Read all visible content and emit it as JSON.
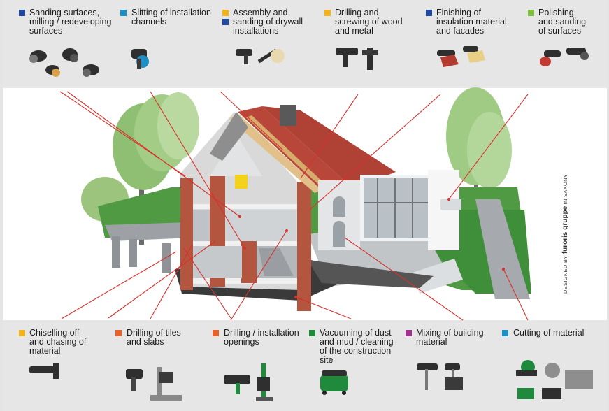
{
  "top_categories": [
    {
      "text": "Sanding surfaces,\nmilling / redeveloping\nsurfaces",
      "colors": [
        "#1f4aa0"
      ]
    },
    {
      "text": "Slitting of installation\nchannels",
      "colors": [
        "#1e8fc4"
      ]
    },
    {
      "text": "Assembly and\nsanding of drywall\ninstallations",
      "colors": [
        "#f2b21b",
        "#1f4aa0"
      ]
    },
    {
      "text": "Drilling and\nscrewing of wood\nand metal",
      "colors": [
        "#f2b21b"
      ]
    },
    {
      "text": "Finishing of\ninsulation material\nand facades",
      "colors": [
        "#1f4aa0"
      ]
    },
    {
      "text": "Polishing\nand sanding\nof surfaces",
      "colors": [
        "#7fbf3f"
      ]
    }
  ],
  "bottom_categories": [
    {
      "text": "Chiselling off\nand chasing of\nmaterial",
      "colors": [
        "#f2b21b"
      ]
    },
    {
      "text": "Drilling of tiles\nand slabs",
      "colors": [
        "#e8632a"
      ]
    },
    {
      "text": "Drilling / installation\nopenings",
      "colors": [
        "#e8632a"
      ]
    },
    {
      "text": "Vacuuming of dust\nand mud / cleaning\nof the construction\nsite",
      "colors": [
        "#1f8a3c"
      ]
    },
    {
      "text": "Mixing of building\nmaterial",
      "colors": [
        "#a0338c"
      ]
    },
    {
      "text": "Cutting of material",
      "colors": [
        "#1e8fc4"
      ]
    }
  ],
  "credit": {
    "prefix": "DESIGNED BY",
    "brand": "furoris gruppe",
    "suffix": "IN SAXONY"
  },
  "colors": {
    "pointer_line": "#d9302a",
    "band": "#e6e6e6",
    "brick": "#b4553f",
    "roof": "#b8473a",
    "grass": "#3f8f3a"
  }
}
